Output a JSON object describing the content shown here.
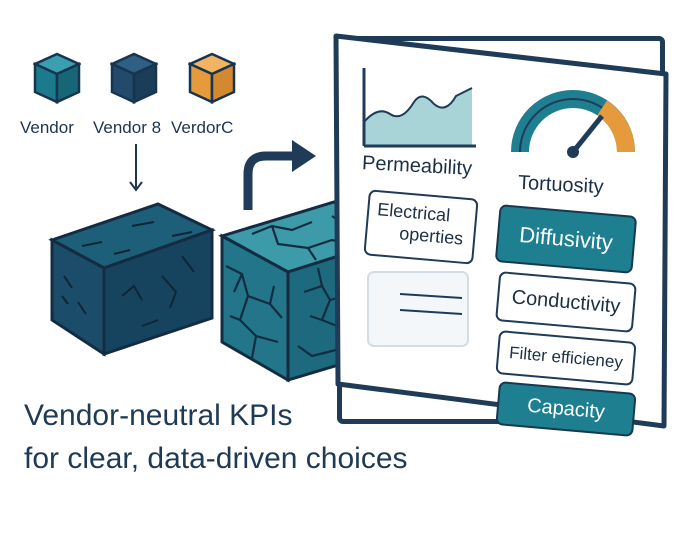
{
  "vendors": [
    {
      "label": "Vendor",
      "color": "#1c7a8c"
    },
    {
      "label": "Vendor 8",
      "color": "#214a6b"
    },
    {
      "label": "VerdorC",
      "color": "#e59a3c"
    }
  ],
  "panel": {
    "kpis": {
      "permeability": "Permeability",
      "tortuosity": "Tortuosity",
      "electrical_line1": "Electrical",
      "electrical_line2": "operties",
      "diffusivity": "Diffusivity",
      "conductivity": "Conductivity",
      "filter_efficiency": "Filter efficieney",
      "capacity": "Capacity"
    }
  },
  "caption": {
    "line1": "Vendor-neutral KPIs",
    "line2": "for clear, data-driven choices"
  },
  "colors": {
    "navy": "#1f3b57",
    "teal": "#1e7f91",
    "light_teal": "#a9d4d7",
    "orange": "#e59a3c"
  }
}
